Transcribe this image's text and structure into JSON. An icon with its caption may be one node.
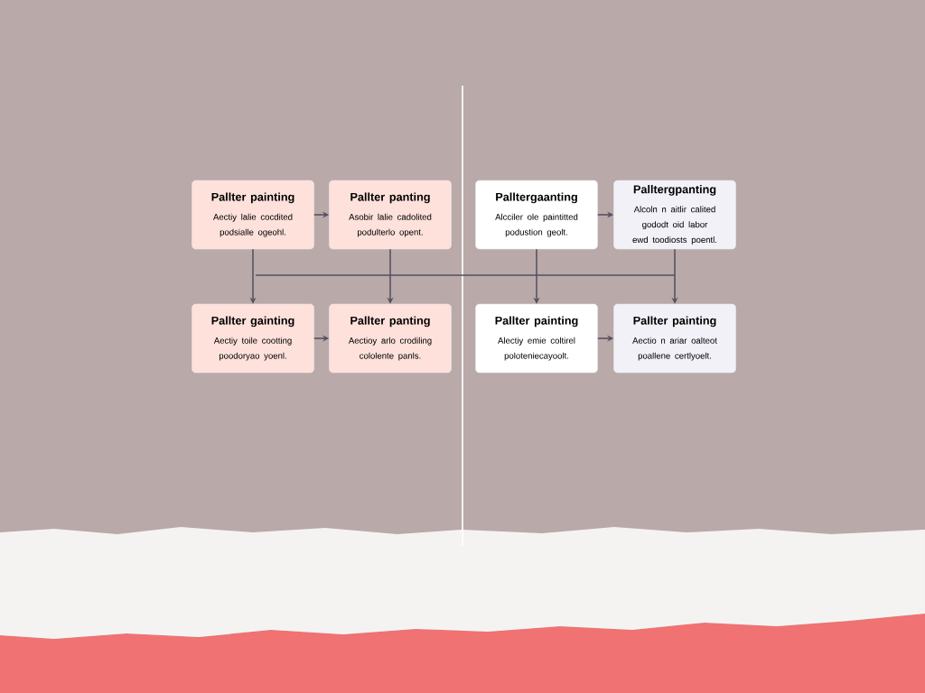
{
  "diagram": {
    "nodes": [
      {
        "text": [
          "Pallter painting",
          "Aectiy lalie cocdited podsialle ogeohl."
        ]
      },
      {
        "text": [
          "Pallter panting",
          "Asobir lalie cadolited podulterlo opent."
        ]
      },
      {
        "text": [
          "Palltergaanting",
          "Alcciler ole paintitted podustion geolt."
        ]
      },
      {
        "text": [
          "Palltergpanting",
          "Alcoln n aitlir calited gododt oid labor ewd toodiosts poentl."
        ]
      },
      {
        "text": [
          "Pallter gainting",
          "Aectiy toile cootting poodoryao yoenl."
        ]
      },
      {
        "text": [
          "Pallter panting",
          "Aectioy arlo crodiling cololente panls."
        ]
      },
      {
        "text": [
          "Pallter painting",
          "Alectiy emie coltirel poloteniecayoolt."
        ]
      },
      {
        "text": [
          "Pallter painting",
          "Aectio n ariar oalteot poallene certlyoelt."
        ]
      }
    ],
    "edges": [
      {
        "from": 0,
        "to": 1,
        "arrow": "to"
      },
      {
        "from": 2,
        "to": 3,
        "arrow": "to"
      },
      {
        "from": 4,
        "to": 5,
        "arrow": "to"
      },
      {
        "from": 6,
        "to": 7,
        "arrow": "to"
      },
      {
        "from": 0,
        "to": 4,
        "arrow": "to"
      },
      {
        "from": 1,
        "to": 5,
        "arrow": "to"
      },
      {
        "from": 2,
        "to": 6,
        "arrow": "to"
      },
      {
        "from": 3,
        "to": 7,
        "arrow": "to"
      }
    ]
  }
}
